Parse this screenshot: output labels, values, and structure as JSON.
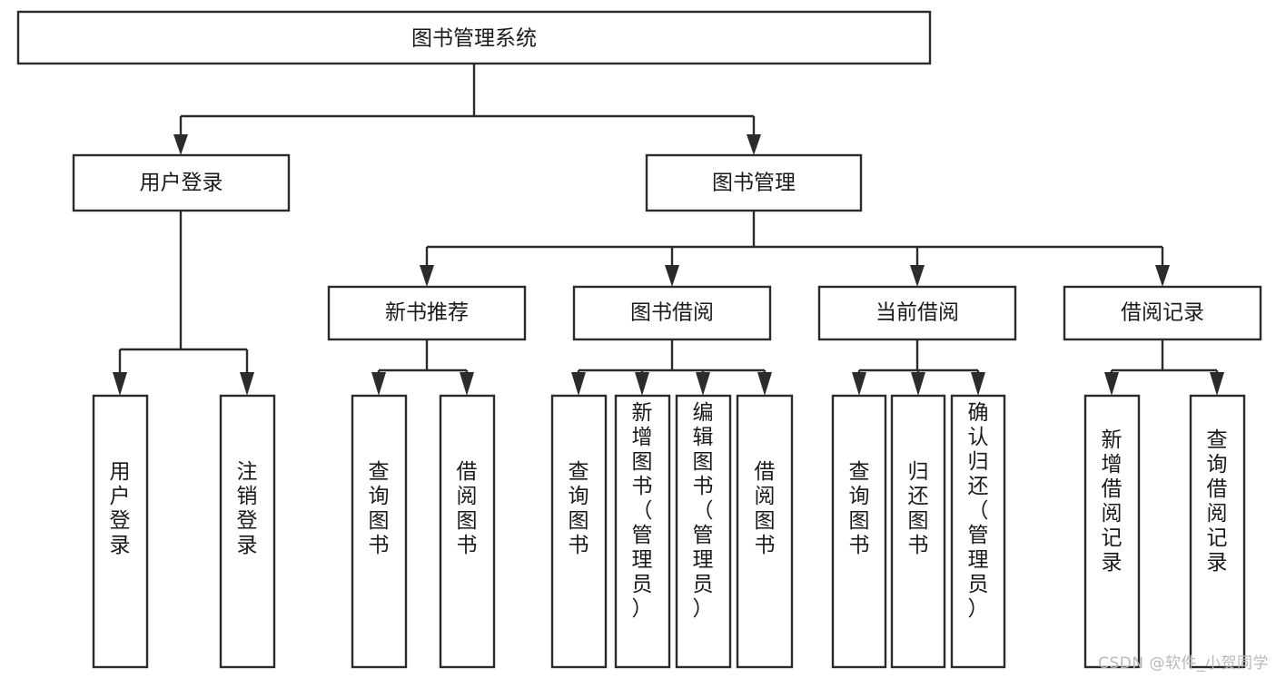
{
  "diagram": {
    "type": "tree-hierarchy",
    "title": "图书管理系统",
    "orientation": "top-down",
    "watermark": "CSDN @软件_小贺同学",
    "colors": {
      "stroke": "#2b2b2b",
      "fill": "#ffffff",
      "text": "#1a1a1a",
      "watermark": "#b8b8b8"
    },
    "nodes": {
      "root": {
        "label": "图书管理系统",
        "level": 1,
        "orient": "horizontal"
      },
      "l2": [
        {
          "id": "user-login",
          "label": "用户登录",
          "level": 2,
          "orient": "horizontal"
        },
        {
          "id": "book-manage",
          "label": "图书管理",
          "level": 2,
          "orient": "horizontal"
        }
      ],
      "l3": [
        {
          "id": "new-book-recommend",
          "label": "新书推荐",
          "level": 3,
          "orient": "horizontal"
        },
        {
          "id": "book-borrow",
          "label": "图书借阅",
          "level": 3,
          "orient": "horizontal"
        },
        {
          "id": "current-borrow",
          "label": "当前借阅",
          "level": 3,
          "orient": "horizontal"
        },
        {
          "id": "borrow-record",
          "label": "借阅记录",
          "level": 3,
          "orient": "horizontal"
        }
      ],
      "leaves": {
        "user-login": [
          {
            "id": "leaf-user-login",
            "label": "用户登录"
          },
          {
            "id": "leaf-logout-login",
            "label": "注销登录"
          }
        ],
        "new-book-recommend": [
          {
            "id": "leaf-query-book-1",
            "label": "查询图书"
          },
          {
            "id": "leaf-borrow-book-1",
            "label": "借阅图书"
          }
        ],
        "book-borrow": [
          {
            "id": "leaf-query-book-2",
            "label": "查询图书"
          },
          {
            "id": "leaf-add-book",
            "label": "新增图书（管理员）"
          },
          {
            "id": "leaf-edit-book",
            "label": "编辑图书（管理员）"
          },
          {
            "id": "leaf-borrow-book-2",
            "label": "借阅图书"
          }
        ],
        "current-borrow": [
          {
            "id": "leaf-query-book-3",
            "label": "查询图书"
          },
          {
            "id": "leaf-return-book",
            "label": "归还图书"
          },
          {
            "id": "leaf-confirm-return",
            "label": "确认归还（管理员）"
          }
        ],
        "borrow-record": [
          {
            "id": "leaf-add-record",
            "label": "新增借阅记录"
          },
          {
            "id": "leaf-query-record",
            "label": "查询借阅记录"
          }
        ]
      }
    }
  }
}
